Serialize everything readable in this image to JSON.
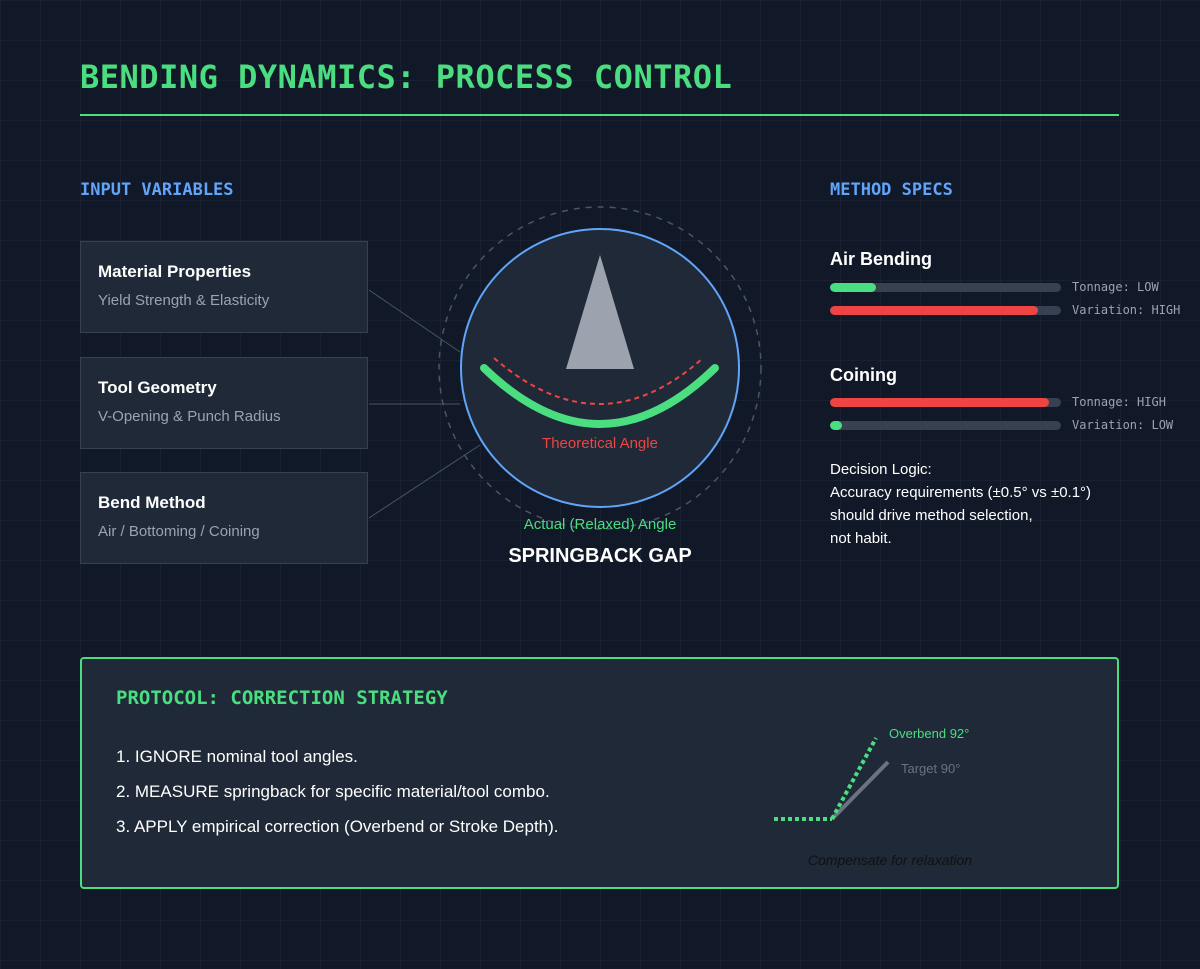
{
  "title": "BENDING DYNAMICS: PROCESS CONTROL",
  "inputs": {
    "heading": "INPUT VARIABLES",
    "cards": [
      {
        "title": "Material Properties",
        "subtitle": "Yield Strength & Elasticity"
      },
      {
        "title": "Tool Geometry",
        "subtitle": "V-Opening & Punch Radius"
      },
      {
        "title": "Bend Method",
        "subtitle": "Air / Bottoming / Coining"
      }
    ]
  },
  "diagram": {
    "theoretical_label": "Theoretical Angle",
    "actual_label": "Actual (Relaxed) Angle",
    "gap_label": "SPRINGBACK GAP",
    "colors": {
      "ring": "#60a5fa",
      "actual": "#4ade80",
      "theoretical": "#ef4444",
      "punch": "#9ca3af"
    }
  },
  "methods": {
    "heading": "METHOD SPECS",
    "items": [
      {
        "name": "Air Bending",
        "bars": [
          {
            "label": "Tonnage: LOW",
            "fraction": 0.2,
            "color": "#4ade80"
          },
          {
            "label": "Variation: HIGH",
            "fraction": 0.9,
            "color": "#ef4444"
          }
        ]
      },
      {
        "name": "Coining",
        "bars": [
          {
            "label": "Tonnage: HIGH",
            "fraction": 0.95,
            "color": "#ef4444"
          },
          {
            "label": "Variation: LOW",
            "fraction": 0.05,
            "color": "#4ade80"
          }
        ]
      }
    ],
    "decision": {
      "heading": "Decision Logic:",
      "line1": "Accuracy requirements (±0.5° vs ±0.1°)",
      "line2": "should drive method selection,",
      "line3": "not habit."
    }
  },
  "protocol": {
    "title": "PROTOCOL: CORRECTION STRATEGY",
    "steps": [
      "1. IGNORE nominal tool angles.",
      "2. MEASURE springback for specific material/tool combo.",
      "3. APPLY empirical correction (Overbend or Stroke Depth)."
    ],
    "figure": {
      "overbend_label": "Overbend 92°",
      "target_label": "Target 90°",
      "caption": "Compensate for relaxation"
    }
  }
}
